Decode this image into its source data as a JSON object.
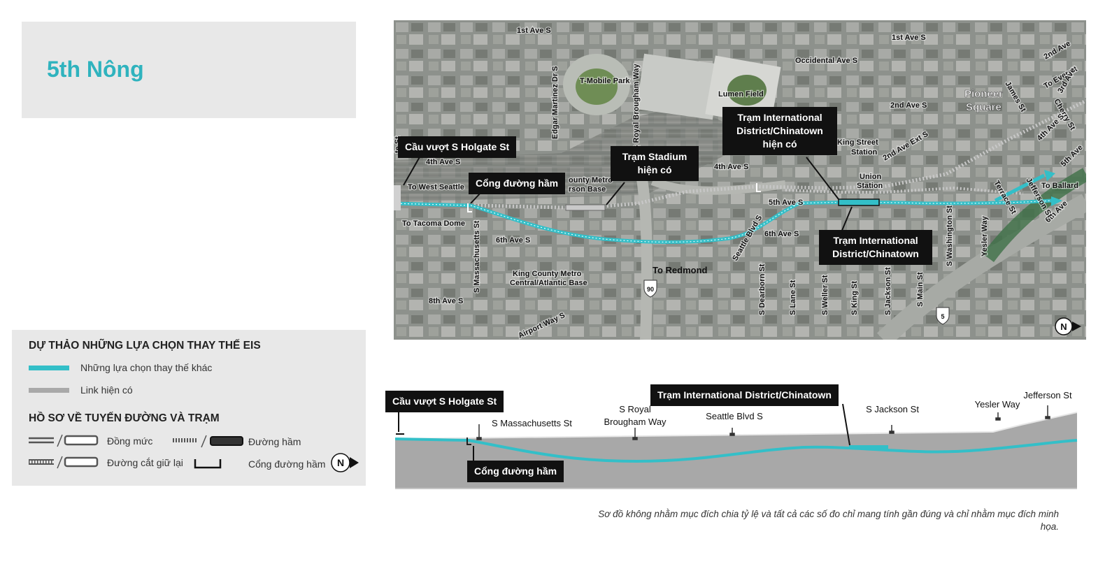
{
  "title": "5th Nông",
  "legend": {
    "heading1": "DỰ THẢO NHỮNG LỰA CHỌN THAY THẾ EIS",
    "item_alt": "Những lựa chọn thay thế khác",
    "item_link": "Link hiện có",
    "heading2": "HỒ SƠ VỀ TUYẾN ĐƯỜNG VÀ TRẠM",
    "at_grade": "Đồng mức",
    "retained_cut": "Đường cắt giữ lại",
    "tunnel": "Đường hầm",
    "portal": "Cổng đường hầm",
    "north": "N",
    "alt_color": "#33bfc8",
    "link_color": "#a9a9a9"
  },
  "map": {
    "callouts": {
      "holgate": "Cầu vượt S Holgate St",
      "portal": "Cổng đường hầm",
      "stadium": "Trạm Stadium hiện có",
      "idc_existing": "Trạm International District/Chinatown hiện có",
      "idc_new": "Trạm International District/Chinatown"
    },
    "labels": {
      "first_ave_a": "1st Ave S",
      "first_ave_b": "1st Ave S",
      "occidental": "Occidental Ave S",
      "tmobile": "T-Mobile Park",
      "lumen": "Lumen Field",
      "royal_brougham": "S Royal Brougham Way",
      "edgar_martinez": "Edgar Martinez Dr S",
      "second_ave": "2nd Ave S",
      "second_ave_ext": "2nd Ave Ext S",
      "pioneer": "Pioneer Square",
      "to_everett": "To Everett",
      "third_ave": "3rd Ave",
      "second_ave_ne": "2nd Ave",
      "james": "James St",
      "cherry": "Cherry St",
      "fourth_ave_ne": "4th Ave S",
      "fifth_ave_ne": "5th Ave",
      "to_ballard": "To Ballard",
      "sixth_ave_ne": "6th Ave",
      "jefferson": "Jefferson St",
      "terrace": "Terrace St",
      "king_street": "King Street Station",
      "union": "Union Station",
      "fourth_ave_a": "4th Ave S",
      "fourth_ave_b": "4th Ave S",
      "to_west_seattle": "To West Seattle",
      "to_tacoma": "To Tacoma Dome",
      "county_metro": "County Metro rson Base",
      "fifth_ave": "5th Ave S",
      "sixth_ave_a": "6th Ave S",
      "sixth_ave_b": "6th Ave S",
      "seattle_blvd": "Seattle Blvd S",
      "massachusetts": "S Massachusetts St",
      "king_county_central": "King County Metro Central/Atlantic Base",
      "to_redmond": "To Redmond",
      "eighth_ave": "8th Ave S",
      "airport_way": "Airport Way S",
      "dearborn": "S Dearborn St",
      "lane": "S Lane St",
      "weller": "S Weller St",
      "king": "S King St",
      "jackson": "S Jackson St",
      "main": "S Main St",
      "washington": "S Washington St",
      "yesler": "Yesler Way",
      "left_edge": "te St",
      "i90": "90",
      "i5": "5",
      "north": "N"
    }
  },
  "profile": {
    "holgate": "Cầu vượt S Holgate St",
    "portal": "Cổng đường hầm",
    "idc": "Trạm International District/Chinatown",
    "massachusetts": "S Massachusetts St",
    "royal_brougham": "S Royal Brougham Way",
    "seattle_blvd": "Seattle Blvd S",
    "jackson": "S Jackson St",
    "yesler": "Yesler Way",
    "jefferson": "Jefferson St"
  },
  "note": "Sơ đồ không nhằm mục đích chia tỷ lệ và tất cả các số đo chỉ mang tính gần đúng và chỉ nhằm mục đích minh họa."
}
